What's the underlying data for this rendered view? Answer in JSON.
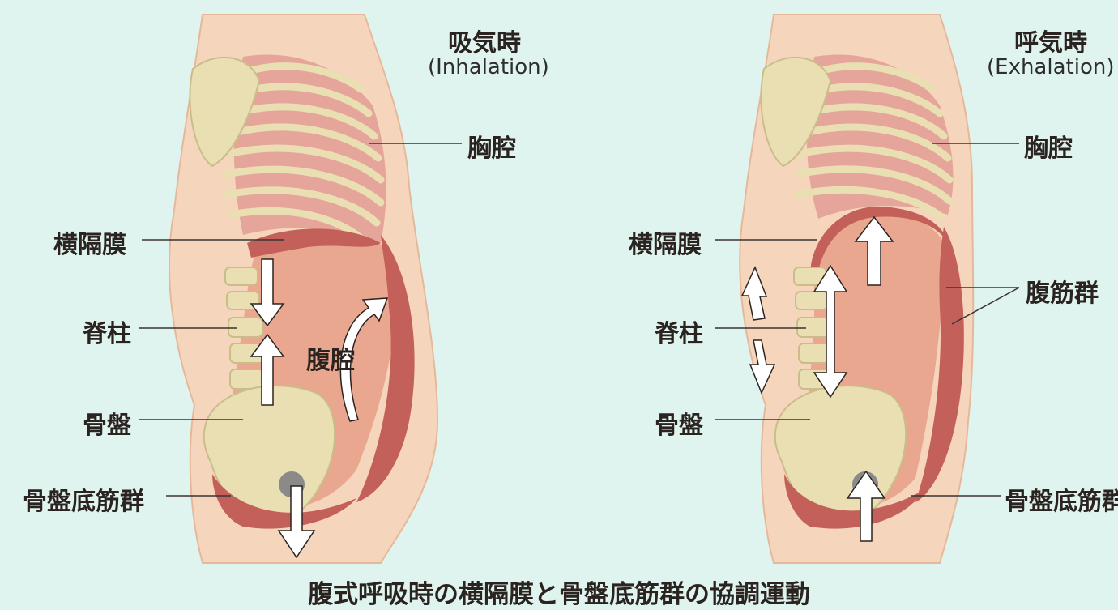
{
  "inhalation": {
    "title_jp": "吸気時",
    "title_en": "(Inhalation)",
    "labels": {
      "thoracic": "胸腔",
      "diaphragm": "横隔膜",
      "spine": "脊柱",
      "abdominal": "腹腔",
      "pelvis": "骨盤",
      "pelvic_floor": "骨盤底筋群"
    }
  },
  "exhalation": {
    "title_jp": "呼気時",
    "title_en": "(Exhalation)",
    "labels": {
      "thoracic": "胸腔",
      "diaphragm": "横隔膜",
      "abdominal_muscles": "腹筋群",
      "spine": "脊柱",
      "pelvis": "骨盤",
      "pelvic_floor": "骨盤底筋群"
    }
  },
  "caption": "腹式呼吸時の横隔膜と骨盤底筋群の協調運動",
  "colors": {
    "background": "#dff3ef",
    "skin": "#f5d6bd",
    "bone": "#e9dfb3",
    "muscle": "#c4605a",
    "cavity": "#eaa78f",
    "lung": "#e6a59a",
    "arrow": "#ffffff"
  }
}
